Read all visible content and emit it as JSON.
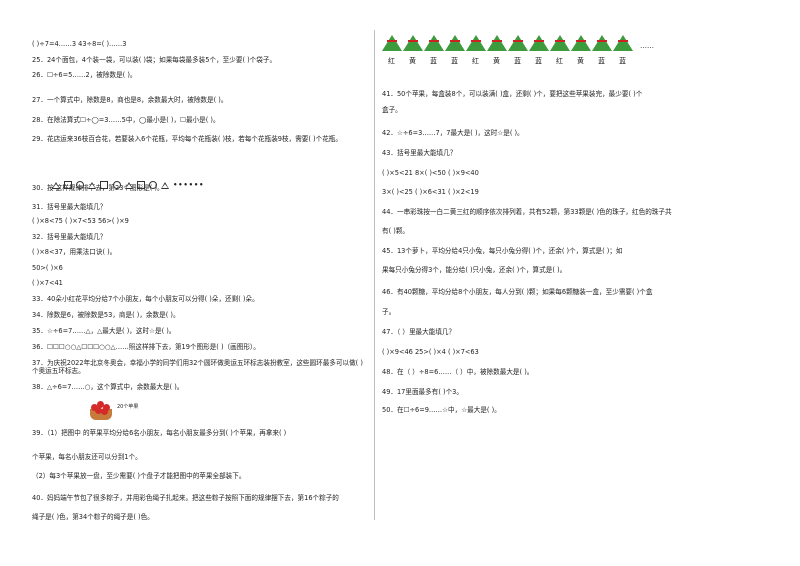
{
  "left_lines": [
    "(        )÷7=4……3          43÷8=(        )……3",
    "25．24个面包，4个装一袋，可以装(        )袋；如果每袋最多装5个，至少要(        )个袋子。",
    "26．☐÷6=5……2，被除数是(        )。",
    "27．一个算式中，除数是8，商也是8，余数最大时，被除数是(        )。",
    "28．在除法算式☐÷◯=3……5中，◯最小是(        )，☐最小是(        )。",
    "29．花店运来36枝百合花，若要装入6个花瓶，平均每个花瓶装(        )枝，若每个花瓶装9枝，需要(        )个花瓶。",
    "30．按                          这样规律排下去，第23个图形是(        )。",
    "31．括号里最大能填几？",
    "(        )×8<75          (        )×7<53          56>(        )×9",
    "32．括号里最大能填几？",
    "(        )×8<37，用乘法口诀(        )。",
    "50>(        )×6",
    "(        )×7<41",
    "33．40朵小红花平均分给7个小朋友，每个小朋友可以分得(        )朵，还剩(        )朵。",
    "34．除数是6，被除数是53，商是(        )，余数是(        )。",
    "35．☆÷6=7……△，△最大是(        )，这时☆是(        )。",
    "36．☐☐☐○○△☐☐☐○○△……照这样排下去，第19个图形是(        )（画图形）。",
    "37．为庆祝2022年北京冬奥会，幸福小学的同学们用32个圆环做奥运五环标志装扮教室，这些圆环最多可以做(        )个奥运五环标志。",
    "38．△÷6=7……○，这个算式中，余数最大是(        )。",
    "39．（1）把图中            的苹果平均分给6名小朋友，每名小朋友最多分到(        )个苹果，再拿来(        )",
    "个苹果，每名小朋友还可以分到1个。",
    "（2）每3个苹果放一盘，至少需要(        )个盘子才能把图中的苹果全部装下。",
    "40．妈妈端午节包了很多粽子，并用彩色绳子扎起来。把这些粽子按照下面的规律摆下去，第16个粽子的",
    "绳子是(        )色，第34个粽子的绳子是(        )色。"
  ],
  "right_lines": [
    "41．50个苹果，每盒装8个，可以装满(        )盒，还剩(        )个，要把这些苹果装完，最少要(        )个",
    "盒子。",
    "42．☆÷6=3……7，7最大是(        )，这时☆是(        )。",
    "43．括号里最大能填几？",
    "(        )×5<21          8×(        )<50          (        )×9<40",
    "3×(        )<25          (        )×6<31          (        )×2<19",
    "44．一串彩珠按一白二黄三红的顺序依次排列着，共有52颗，第33颗是(        )色的珠子，红色的珠子共",
    "有(        )颗。",
    "45．13个萝卜，平均分给4只小兔，每只小兔分得(        )个，还余(        )个，算式是(        )；如",
    "果每只小兔分得3个，能分给(        )只小兔，还余(        )个，算式是(        )。",
    "46．有40颗糖，平均分给8个小朋友，每人分到(        )颗；如果每6颗糖装一盒，至少需要(        )个盒",
    "子。",
    "47．（   ）里最大能填几？",
    "(        )×9<46          25>(        )×4          (        )×7<63",
    "48．在（    ）÷8=6……（    ）中，被除数最大是(        )。",
    "49．17里面最多有(        )个3。",
    "50．在☐÷6=9……☆中，☆最大是(        )。"
  ],
  "zongzi_labels": [
    "红",
    "黄",
    "蓝",
    "蓝",
    "红",
    "黄",
    "蓝",
    "蓝",
    "红",
    "黄",
    "蓝",
    "蓝"
  ],
  "zongzi_more": "……",
  "apple_tag": "20个苹果",
  "shape_pattern_dots": "••••••"
}
